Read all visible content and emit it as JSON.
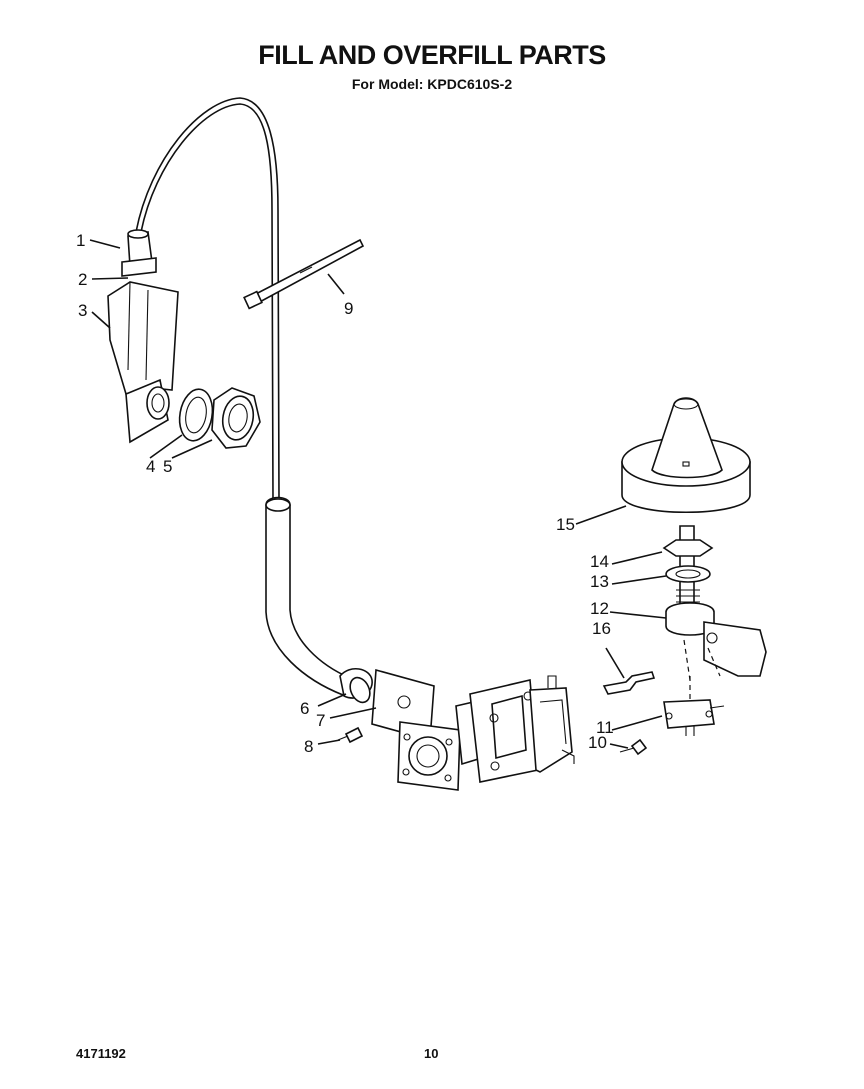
{
  "header": {
    "title": "FILL AND OVERFILL PARTS",
    "subtitle": "For Model: KPDC610S-2"
  },
  "footer": {
    "doc_number": "4171192",
    "page_number": "10"
  },
  "callouts": [
    "1",
    "2",
    "3",
    "4",
    "5",
    "6",
    "7",
    "8",
    "9",
    "10",
    "11",
    "12",
    "13",
    "14",
    "15",
    "16"
  ]
}
